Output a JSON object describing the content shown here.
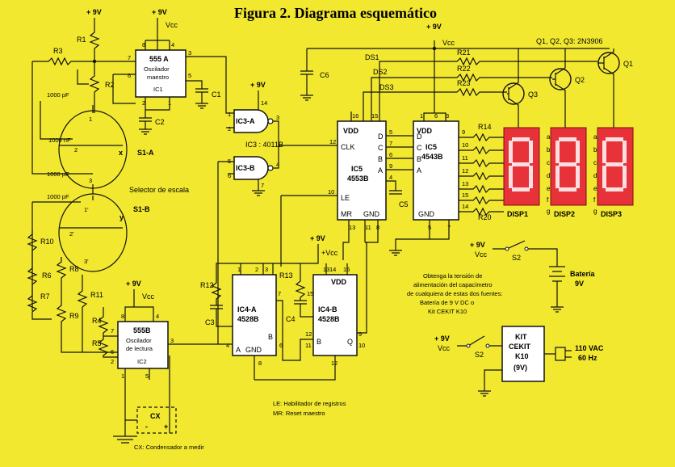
{
  "title": "Figura 2. Diagrama esquemático",
  "supplies": {
    "plus9v": "+ 9V",
    "vcc": "Vcc",
    "plus_vcc": "+Vcc"
  },
  "ic1": {
    "type": "555 A",
    "l1": "Oscilador",
    "l2": "maestro",
    "ref": "IC1"
  },
  "ic2": {
    "type": "555B",
    "l1": "Oscilador",
    "l2": "de lectura",
    "ref": "IC2"
  },
  "ic3": {
    "gate_a": "IC3-A",
    "gate_b": "IC3-B",
    "note": "IC3 : 4011B"
  },
  "ic5a": {
    "ref": "IC5",
    "type": "4553B",
    "vdd": "VDD",
    "clk": "CLK",
    "le": "LE",
    "mr": "MR",
    "gnd": "GND"
  },
  "ic5b": {
    "ref": "IC5",
    "type": "4543B",
    "vdd": "VDD",
    "gnd": "GND"
  },
  "ic4a": {
    "ref": "IC4-A",
    "type": "4528B",
    "gnd": "GND",
    "a": "A",
    "b": "B"
  },
  "ic4b": {
    "ref": "IC4-B",
    "type": "4528B",
    "vdd": "VDD",
    "b": "B",
    "q": "Q"
  },
  "resistors": {
    "r1": "R1",
    "r2": "R2",
    "r3": "R3",
    "r4": "R4",
    "r5": "R5",
    "r6": "R6",
    "r7": "R7",
    "r8": "R8",
    "r9": "R9",
    "r10": "R10",
    "r11": "R11",
    "r12": "R12",
    "r13": "R13",
    "r14": "R14",
    "r20": "R20",
    "r21": "R21",
    "r22": "R22",
    "r23": "R23"
  },
  "capacitors": {
    "c1": "C1",
    "c2": "C2",
    "c3": "C3",
    "c4": "C4",
    "c5": "C5",
    "c6": "C6"
  },
  "selector": {
    "s1a": "S1-A",
    "s1b": "S1-B",
    "label": "Selector de escala",
    "x": "x",
    "y": "y",
    "cap1": "1000 pF",
    "cap2": "1000 nF",
    "cap3": "1000 µF",
    "cap4": "1000 pF"
  },
  "bus": {
    "ds1": "DS1",
    "ds2": "DS2",
    "ds3": "DS3"
  },
  "transistors": {
    "note": "Q1, Q2, Q3: 2N3906",
    "q1": "Q1",
    "q2": "Q2",
    "q3": "Q3"
  },
  "displays": [
    "DISP1",
    "DISP2",
    "DISP3"
  ],
  "segments": [
    "a",
    "b",
    "c",
    "d",
    "e",
    "f",
    "g"
  ],
  "bcd": [
    "D",
    "C",
    "B",
    "A"
  ],
  "switch": {
    "s2": "S2"
  },
  "battery": {
    "l1": "Batería",
    "l2": "9V"
  },
  "note_power": [
    "Obtenga la tensión de",
    "alimentación del capacímetro",
    "de cualquiera de estas dos fuentes:",
    "Batería de 9 V DC o",
    "Kit CEKIT K10"
  ],
  "kit": {
    "l1": "KIT",
    "l2": "CEKIT",
    "l3": "K10",
    "l4": "(9V)",
    "ac1": "110 VAC",
    "ac2": "60 Hz"
  },
  "cx": {
    "label": "CX",
    "minus": "-",
    "plus": "+",
    "caption": "CX: Condensador a medir"
  },
  "legend": [
    "LE: Habilitador de registros",
    "MR: Reset maestro"
  ]
}
